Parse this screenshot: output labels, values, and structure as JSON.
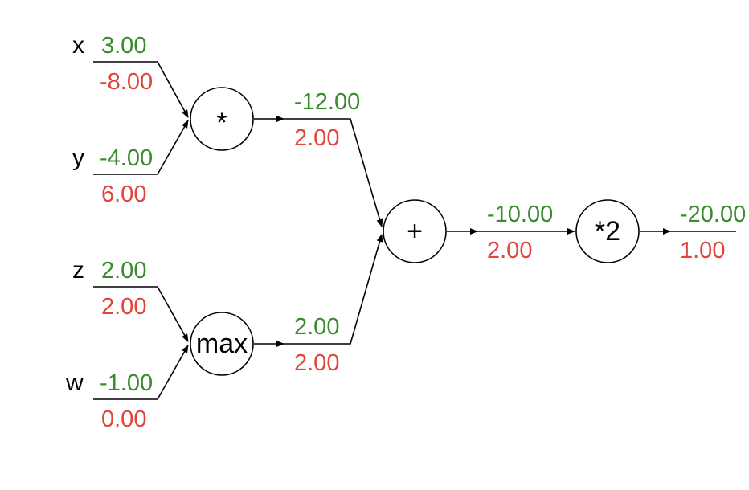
{
  "colors": {
    "value": "#3a8a2e",
    "gradient": "#e0443a",
    "ink": "#000000"
  },
  "inputs": [
    {
      "name": "x",
      "value": "3.00",
      "gradient": "-8.00"
    },
    {
      "name": "y",
      "value": "-4.00",
      "gradient": "6.00"
    },
    {
      "name": "z",
      "value": "2.00",
      "gradient": "2.00"
    },
    {
      "name": "w",
      "value": "-1.00",
      "gradient": "0.00"
    }
  ],
  "nodes": {
    "mul": {
      "label": "*",
      "value": "-12.00",
      "gradient": "2.00"
    },
    "max": {
      "label": "max",
      "value": "2.00",
      "gradient": "2.00"
    },
    "add": {
      "label": "+",
      "value": "-10.00",
      "gradient": "2.00"
    },
    "times2": {
      "label": "*2",
      "value": "-20.00",
      "gradient": "1.00"
    }
  }
}
